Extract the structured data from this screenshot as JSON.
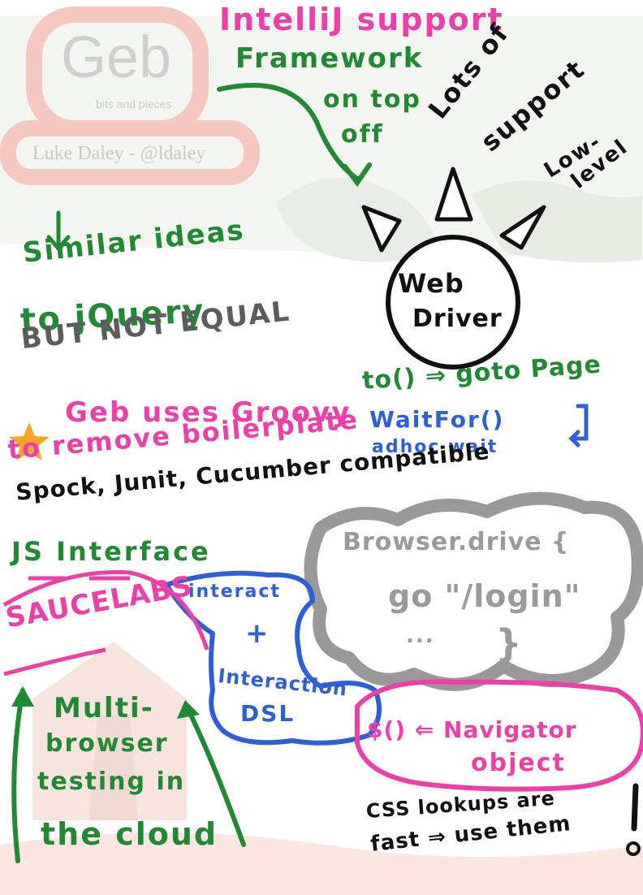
{
  "slide": {
    "logo": "Geb",
    "tagline": "bits and pieces",
    "author": "Luke Daley - @ldaley"
  },
  "notes": {
    "intellij": "IntelliJ support",
    "framework_1": "Framework",
    "framework_2": "on top",
    "framework_3": "off",
    "lots_1": "Lots of",
    "lots_2": "support",
    "low_1": "Low-",
    "low_2": "level",
    "webdriver_1": "Web",
    "webdriver_2": "Driver",
    "similar": "Similar ideas",
    "jquery": "to jQuery",
    "not_equal": "BUT NOT EQUAL",
    "groovy_1": "Geb uses Groovy",
    "groovy_2": "to remove boilerplate",
    "to_goto": "to() ⇒ goto Page",
    "waitfor_1": "WaitFor()",
    "waitfor_2": "adhoc wait",
    "compatible": "Spock, Junit, Cucumber compatible",
    "js_interface": "JS Interface",
    "saucelabs": "SAUCELABS",
    "interact": "interact",
    "plus": "+",
    "interaction_1": "Interaction",
    "interaction_2": "DSL",
    "browser_1": "Browser.drive {",
    "browser_2": "go \"/login\"",
    "browser_3": "...",
    "browser_4": "}",
    "navigator_1": "$() ⇐ Navigator",
    "navigator_2": "object",
    "multi_1": "Multi-",
    "multi_2": "browser",
    "multi_3": "testing in",
    "multi_4": "the cloud",
    "css_1": "CSS lookups are",
    "css_2": "fast ⇒ use them",
    "bang": "!"
  },
  "colors": {
    "green": "#1f8a32",
    "pink": "#ee3fa8",
    "blue": "#2d5fd8",
    "black": "#111111",
    "grey": "#666666",
    "star": "#f5a623"
  }
}
